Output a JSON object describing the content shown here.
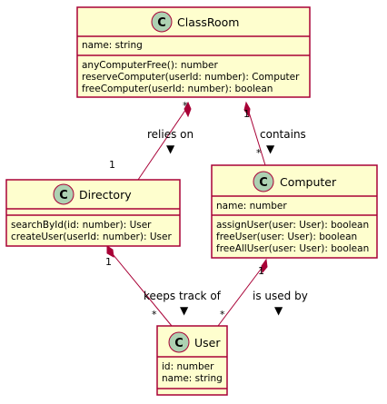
{
  "colors": {
    "class_fill": "#FEFECE",
    "class_border": "#A80036",
    "edge": "#A80036",
    "stereotype_circle": "#ADD1B2",
    "text": "#000000"
  },
  "classes": {
    "classroom": {
      "stereotype": "C",
      "name": "ClassRoom",
      "attributes": [
        "name: string"
      ],
      "methods": [
        "anyComputerFree(): number",
        "reserveComputer(userId: number): Computer",
        "freeComputer(userId: number): boolean"
      ]
    },
    "directory": {
      "stereotype": "C",
      "name": "Directory",
      "attributes": [],
      "methods": [
        "searchById(id: number): User",
        "createUser(userId: number): User"
      ]
    },
    "computer": {
      "stereotype": "C",
      "name": "Computer",
      "attributes": [
        "name: number"
      ],
      "methods": [
        "assignUser(user: User): boolean",
        "freeUser(user: User): boolean",
        "freeAllUser(user: User): boolean"
      ]
    },
    "user": {
      "stereotype": "C",
      "name": "User",
      "attributes": [
        "id: number",
        "name: string"
      ],
      "methods": []
    }
  },
  "relations": {
    "relies_on": {
      "label": "relies on",
      "arrow": "▼",
      "source_mult": "*",
      "target_mult": "1"
    },
    "contains": {
      "label": "contains",
      "arrow": "▼",
      "source_mult": "1",
      "target_mult": "*"
    },
    "keeps_track_of": {
      "label": "keeps track of",
      "arrow": "▼",
      "source_mult": "1",
      "target_mult": "*"
    },
    "is_used_by": {
      "label": "is used by",
      "arrow": "▼",
      "source_mult": "1",
      "target_mult": "*"
    }
  }
}
